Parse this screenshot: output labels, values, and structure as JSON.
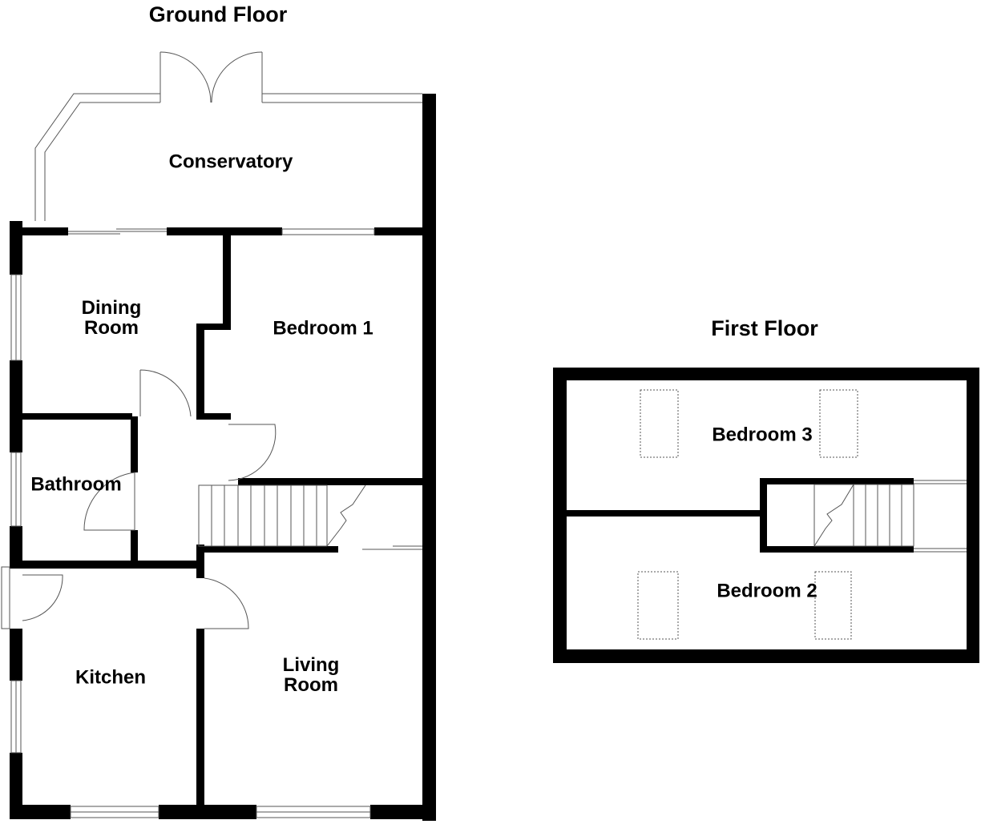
{
  "ground_floor": {
    "title": "Ground Floor",
    "rooms": {
      "conservatory": "Conservatory",
      "dining_room": "Dining\nRoom",
      "bedroom_1": "Bedroom 1",
      "bathroom": "Bathroom",
      "kitchen": "Kitchen",
      "living_room": "Living\nRoom"
    }
  },
  "first_floor": {
    "title": "First Floor",
    "rooms": {
      "bedroom_3": "Bedroom 3",
      "bedroom_2": "Bedroom 2"
    }
  },
  "colors": {
    "wall": "#000000",
    "background": "#ffffff"
  }
}
